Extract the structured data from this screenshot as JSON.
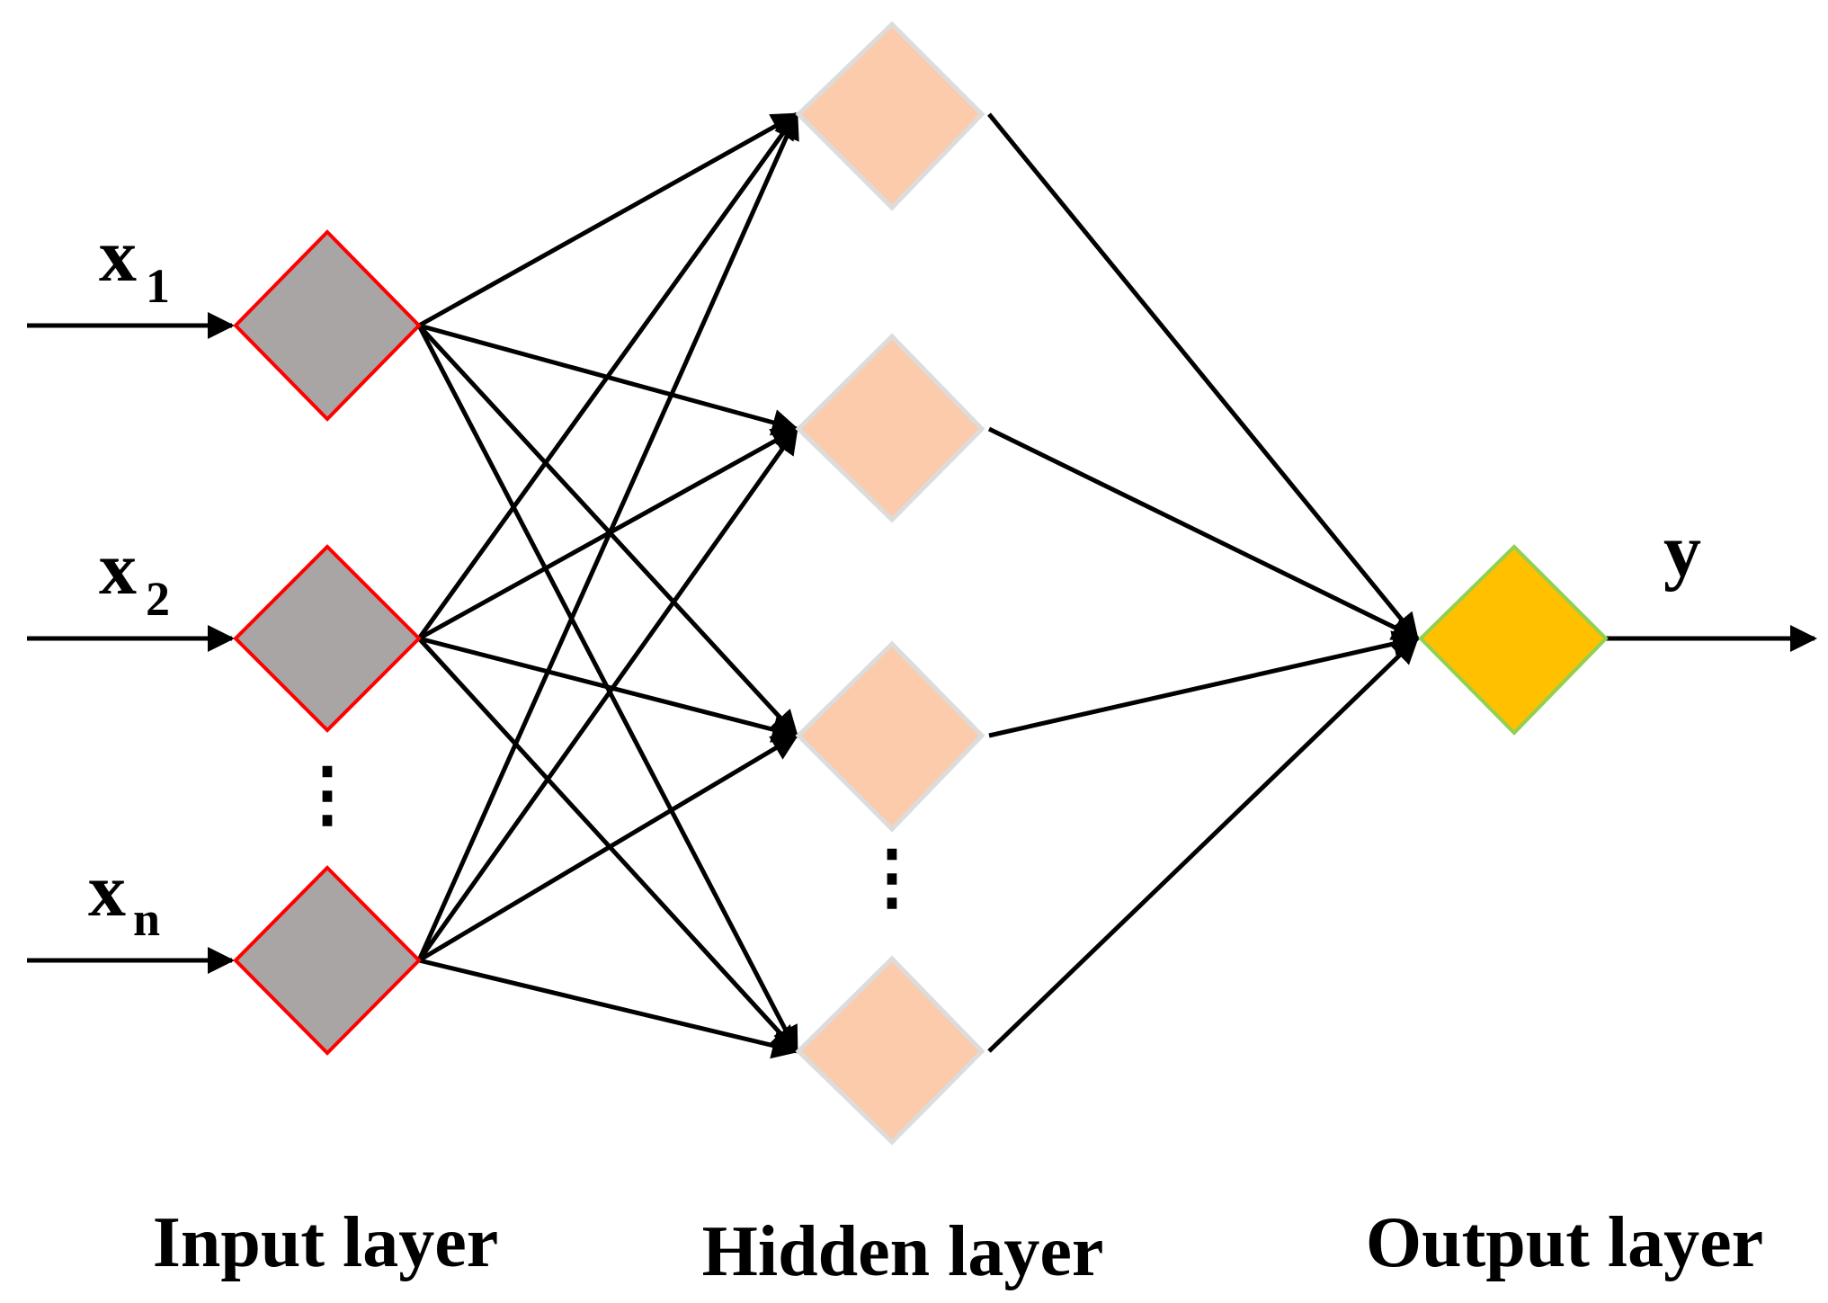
{
  "inputs": [
    {
      "var": "x",
      "sub": "1"
    },
    {
      "var": "x",
      "sub": "2"
    },
    {
      "var": "x",
      "sub": "n"
    }
  ],
  "output": {
    "var": "y"
  },
  "ellipsis": "⋮",
  "layers": {
    "input": "Input layer",
    "hidden": "Hidden layer",
    "output": "Output layer"
  },
  "colors": {
    "input_fill": "#a9a5a5",
    "input_stroke": "#ff0000",
    "hidden_fill": "#fbcbab",
    "hidden_stroke": "#dcdcdc",
    "output_fill": "#ffc000",
    "output_stroke": "#92d050",
    "line": "#000000"
  },
  "icons": {
    "input_node": "diamond",
    "hidden_node": "diamond",
    "output_node": "diamond",
    "connection_head": "arrow"
  }
}
